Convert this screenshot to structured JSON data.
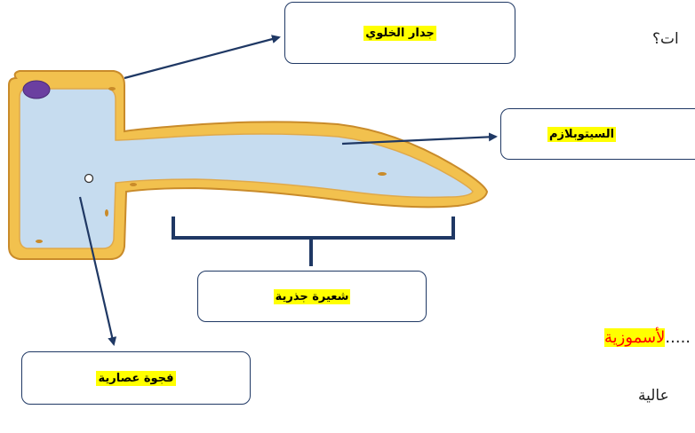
{
  "labels": {
    "cell_wall": "جدار الخلوي",
    "cytoplasm": "السيتوبلازم",
    "root_hair": "شعيرة جذرية",
    "vacuole": "فجوة عصارية"
  },
  "background_text": {
    "line1": "ات؟",
    "line2_colored": "لأسموزية",
    "line2_dots": ".....",
    "line3": "عالية"
  },
  "colors": {
    "cell_wall": "#f2c14e",
    "cell_wall_border": "#c98b2a",
    "vacuole": "#c6dcef",
    "nucleus": "#6b3fa0",
    "arrow": "#1f3864",
    "highlight": "#ffff00",
    "red_text": "#ff0000"
  }
}
